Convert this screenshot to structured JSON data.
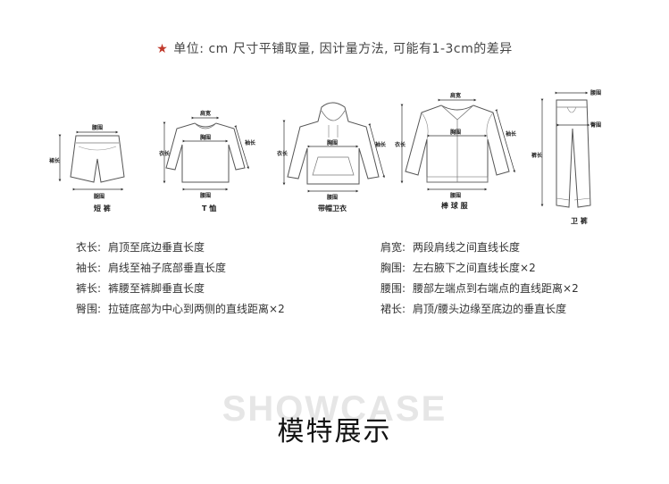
{
  "note": {
    "text": "单位: cm  尺寸平铺取量, 因计量方法, 可能有1-3cm的差异"
  },
  "figures": {
    "shorts": {
      "label": "短 裤",
      "waist": "腰围",
      "hip": "腿围",
      "length": "裙长"
    },
    "tshirt": {
      "label": "T 恤",
      "shoulder": "肩宽",
      "chest": "胸围",
      "length": "衣长",
      "sleeve": "袖长",
      "hem": "腰围"
    },
    "hoodie": {
      "label": "带帽卫衣",
      "chest": "胸围",
      "length": "衣长",
      "sleeve": "袖长",
      "hem": "腰围"
    },
    "jacket": {
      "label": "棒 球 服",
      "shoulder": "肩宽",
      "chest": "胸围",
      "length": "衣长",
      "sleeve": "袖长",
      "hem": "腰围"
    },
    "pants": {
      "label": "卫 裤",
      "waist": "腰围",
      "hip": "臀围",
      "length": "裤长"
    }
  },
  "definitions_left": [
    {
      "term": "衣长:",
      "desc": "肩顶至底边垂直长度"
    },
    {
      "term": "袖长:",
      "desc": "肩线至袖子底部垂直长度"
    },
    {
      "term": "裤长:",
      "desc": "裤腰至裤脚垂直长度"
    },
    {
      "term": "臀围:",
      "desc": "拉链底部为中心到两侧的直线距离×2"
    }
  ],
  "definitions_right": [
    {
      "term": "肩宽:",
      "desc": "两段肩线之间直线长度"
    },
    {
      "term": "胸围:",
      "desc": "左右腋下之间直线长度×2"
    },
    {
      "term": "腰围:",
      "desc": "腰部左端点到右端点的直线距离×2"
    },
    {
      "term": "裙长:",
      "desc": "肩顶/腰头边缘至底边的垂直长度"
    }
  ],
  "showcase": {
    "en": "SHOWCASE",
    "cn": "模特展示"
  }
}
